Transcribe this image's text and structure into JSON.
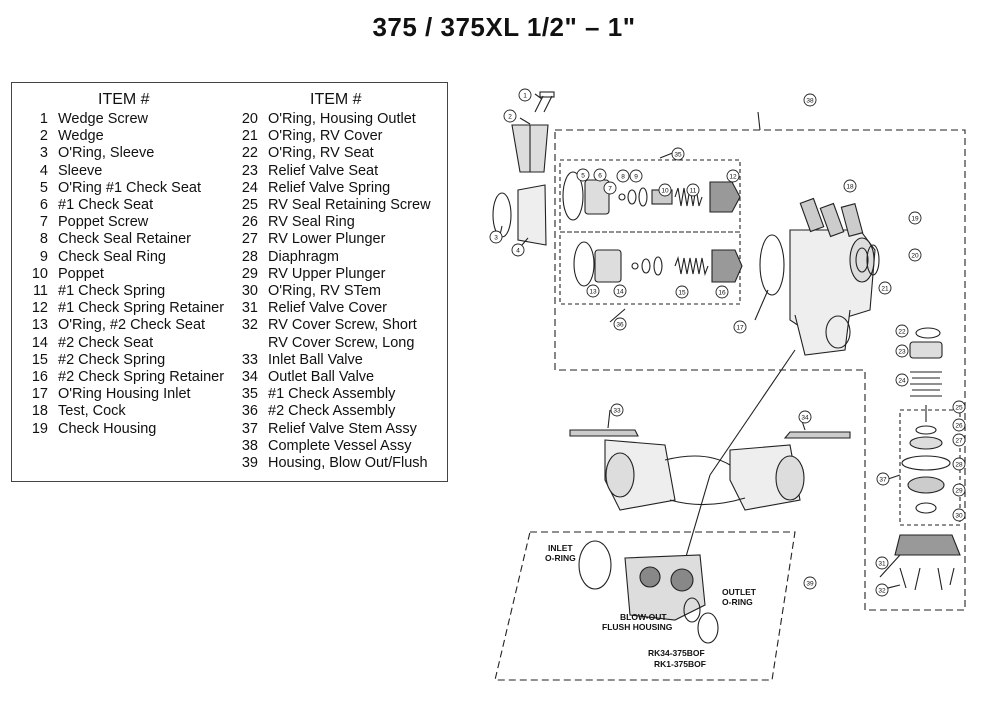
{
  "title": "375 / 375XL  1/2\" – 1\"",
  "items_header": "ITEM #",
  "items": [
    {
      "n": "1",
      "label": "Wedge Screw"
    },
    {
      "n": "2",
      "label": "Wedge"
    },
    {
      "n": "3",
      "label": "O'Ring, Sleeve"
    },
    {
      "n": "4",
      "label": "Sleeve"
    },
    {
      "n": "5",
      "label": "O'Ring #1 Check Seat"
    },
    {
      "n": "6",
      "label": "#1 Check Seat"
    },
    {
      "n": "7",
      "label": "Poppet Screw"
    },
    {
      "n": "8",
      "label": "Check Seal Retainer"
    },
    {
      "n": "9",
      "label": "Check Seal Ring"
    },
    {
      "n": "10",
      "label": "Poppet"
    },
    {
      "n": "11",
      "label": "#1 Check Spring"
    },
    {
      "n": "12",
      "label": "#1 Check Spring Retainer"
    },
    {
      "n": "13",
      "label": "O'Ring, #2 Check Seat"
    },
    {
      "n": "14",
      "label": "#2 Check Seat"
    },
    {
      "n": "15",
      "label": "#2 Check Spring"
    },
    {
      "n": "16",
      "label": "#2 Check Spring Retainer"
    },
    {
      "n": "17",
      "label": "O'Ring Housing Inlet"
    },
    {
      "n": "18",
      "label": "Test, Cock"
    },
    {
      "n": "19",
      "label": "Check Housing"
    },
    {
      "n": "20",
      "label": "O'Ring, Housing Outlet"
    },
    {
      "n": "21",
      "label": "O'Ring, RV Cover"
    },
    {
      "n": "22",
      "label": "O'Ring, RV Seat"
    },
    {
      "n": "23",
      "label": "Relief Valve Seat"
    },
    {
      "n": "24",
      "label": "Relief Valve Spring"
    },
    {
      "n": "25",
      "label": "RV Seal Retaining Screw"
    },
    {
      "n": "26",
      "label": "RV Seal Ring"
    },
    {
      "n": "27",
      "label": "RV Lower Plunger"
    },
    {
      "n": "28",
      "label": "Diaphragm"
    },
    {
      "n": "29",
      "label": "RV Upper Plunger"
    },
    {
      "n": "30",
      "label": "O'Ring, RV STem"
    },
    {
      "n": "31",
      "label": "Relief Valve Cover"
    },
    {
      "n": "32",
      "label": "RV Cover Screw, Short"
    },
    {
      "n": "",
      "label": "RV Cover Screw, Long"
    },
    {
      "n": "33",
      "label": "Inlet Ball Valve"
    },
    {
      "n": "34",
      "label": "Outlet Ball Valve"
    },
    {
      "n": "35",
      "label": "#1 Check Assembly"
    },
    {
      "n": "36",
      "label": "#2 Check Assembly"
    },
    {
      "n": "37",
      "label": "Relief Valve Stem Assy"
    },
    {
      "n": "38",
      "label": "Complete Vessel Assy"
    },
    {
      "n": "39",
      "label": "Housing, Blow Out/Flush"
    }
  ],
  "diagram": {
    "callouts": [
      "1",
      "2",
      "3",
      "4",
      "5",
      "6",
      "7",
      "8",
      "9",
      "10",
      "11",
      "12",
      "13",
      "14",
      "15",
      "16",
      "17",
      "18",
      "19",
      "20",
      "21",
      "22",
      "23",
      "24",
      "25",
      "26",
      "27",
      "28",
      "29",
      "30",
      "31",
      "32",
      "33",
      "34",
      "35",
      "36",
      "37",
      "38",
      "39"
    ],
    "inlet_label": [
      "INLET",
      "O-RING"
    ],
    "outlet_label": [
      "OUTLET",
      "O-RING"
    ],
    "blowout_label": [
      "BLOW-OUT",
      "FLUSH HOUSING"
    ],
    "kit_labels": [
      "RK34-375BOF",
      "RK1-375BOF"
    ]
  }
}
